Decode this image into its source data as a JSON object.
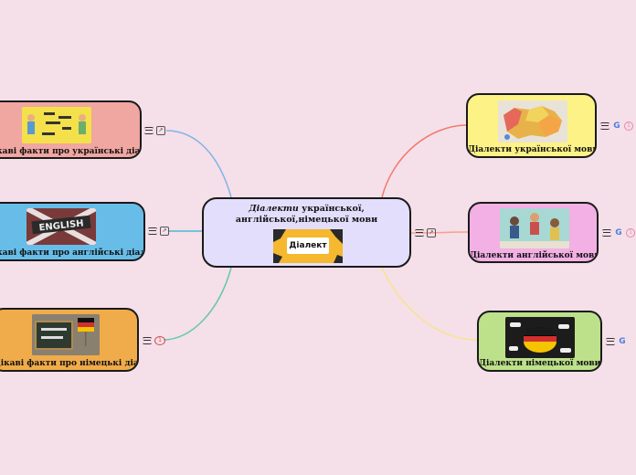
{
  "center": {
    "title_italic": "Діалекти",
    "title_rest": " української,",
    "title_line2": "англійської,німецької мови",
    "badge": "Діалект"
  },
  "right": [
    {
      "label": "Діалекти української мови",
      "color": "#fdf285",
      "link_color": "#f07b6b"
    },
    {
      "label": "Діалекти англійської мови",
      "color": "#f3b0e4",
      "link_color": "#f7a08c"
    },
    {
      "label": "Діалекти німецької мови",
      "color": "#bde18a",
      "link_color": "#f8e291"
    }
  ],
  "left": [
    {
      "label": "Цікаві факти про українські діалекти",
      "color": "#f0a6a1",
      "link_color": "#7fb4e8"
    },
    {
      "label": "Цікаві факти про англійські діалекти",
      "color": "#67bde8",
      "link_color": "#4fb7d8"
    },
    {
      "label": "Цікаві факти про німецькі діалекти",
      "color": "#f0ab4a",
      "link_color": "#63c9a8"
    }
  ],
  "icons": {
    "menu": "menu-icon",
    "link": "link-icon",
    "google": "google-icon",
    "badge": "counter-badge-icon"
  },
  "badge_text": "1",
  "google_letter": "G",
  "link_glyph": "↗"
}
